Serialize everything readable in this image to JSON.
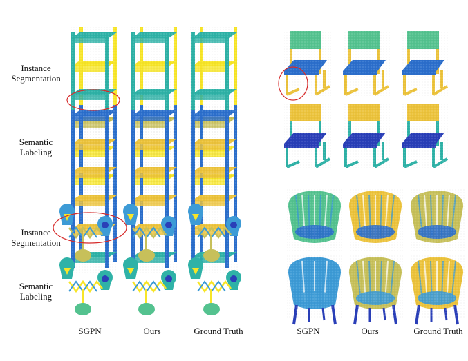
{
  "labels": {
    "instance_line1": "Instance",
    "instance_line2": "Segmentation",
    "semantic_line1": "Semantic",
    "semantic_line2": "Labeling"
  },
  "columns": {
    "left": [
      "SGPN",
      "Ours",
      "Ground Truth"
    ],
    "right": [
      "SGPN",
      "Ours",
      "Ground Truth"
    ]
  },
  "palette": {
    "yellow": "#f7e528",
    "gold": "#ecc33c",
    "olive": "#c7c05a",
    "teal": "#2fb2a7",
    "green": "#54c28f",
    "blue": "#2c6fcc",
    "deep_blue": "#2a3fb8",
    "light_blue": "#3d9bd6",
    "highlight": "#d62a2a"
  }
}
